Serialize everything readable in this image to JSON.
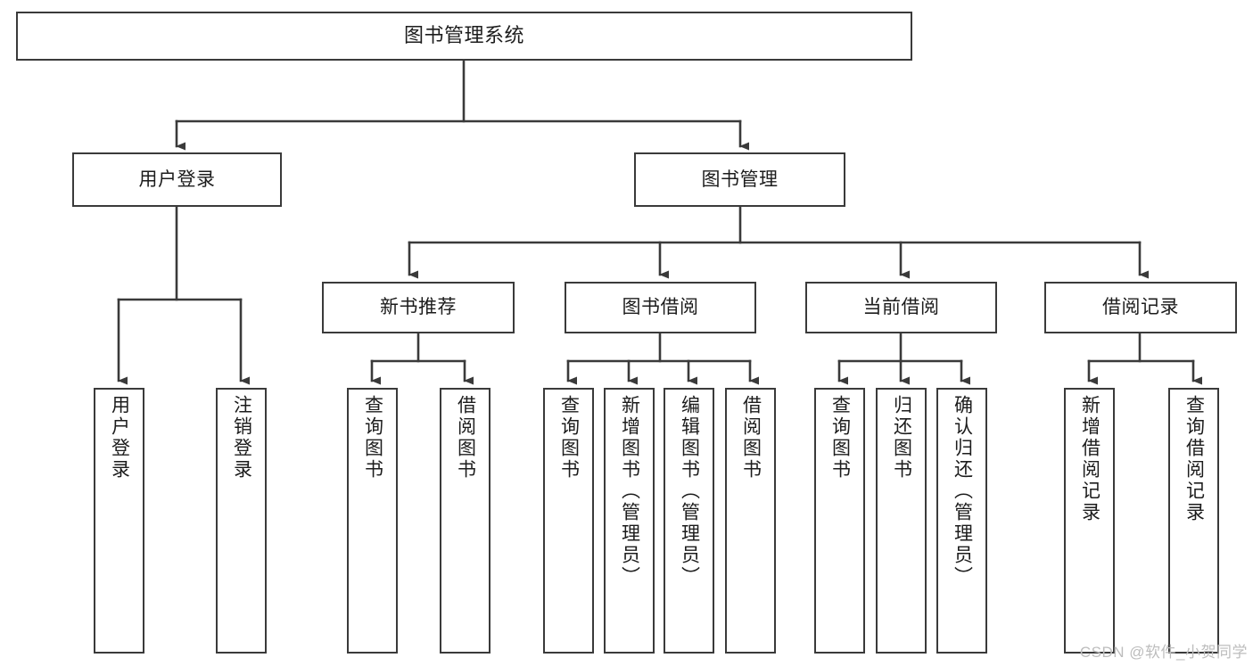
{
  "diagram": {
    "type": "tree-hierarchy",
    "title": "图书管理系统",
    "stroke_color": "#3a3a3a",
    "text_color": "#1c1c1c",
    "background_color": "#ffffff",
    "root": {
      "label": "图书管理系统"
    },
    "branches": [
      {
        "label": "用户登录",
        "children": [
          {
            "label": "用户登录"
          },
          {
            "label": "注销登录"
          }
        ]
      },
      {
        "label": "图书管理",
        "groups": [
          {
            "label": "新书推荐",
            "children": [
              {
                "label": "查询图书"
              },
              {
                "label": "借阅图书"
              }
            ]
          },
          {
            "label": "图书借阅",
            "children": [
              {
                "label": "查询图书"
              },
              {
                "label": "新增图书（管理员）"
              },
              {
                "label": "编辑图书（管理员）"
              },
              {
                "label": "借阅图书"
              }
            ]
          },
          {
            "label": "当前借阅",
            "children": [
              {
                "label": "查询图书"
              },
              {
                "label": "归还图书"
              },
              {
                "label": "确认归还（管理员）"
              }
            ]
          },
          {
            "label": "借阅记录",
            "children": [
              {
                "label": "新增借阅记录"
              },
              {
                "label": "查询借阅记录"
              }
            ]
          }
        ]
      }
    ]
  },
  "watermark": {
    "text": "CSDN @软件_小贺同学",
    "color": "#bdbdbd"
  }
}
